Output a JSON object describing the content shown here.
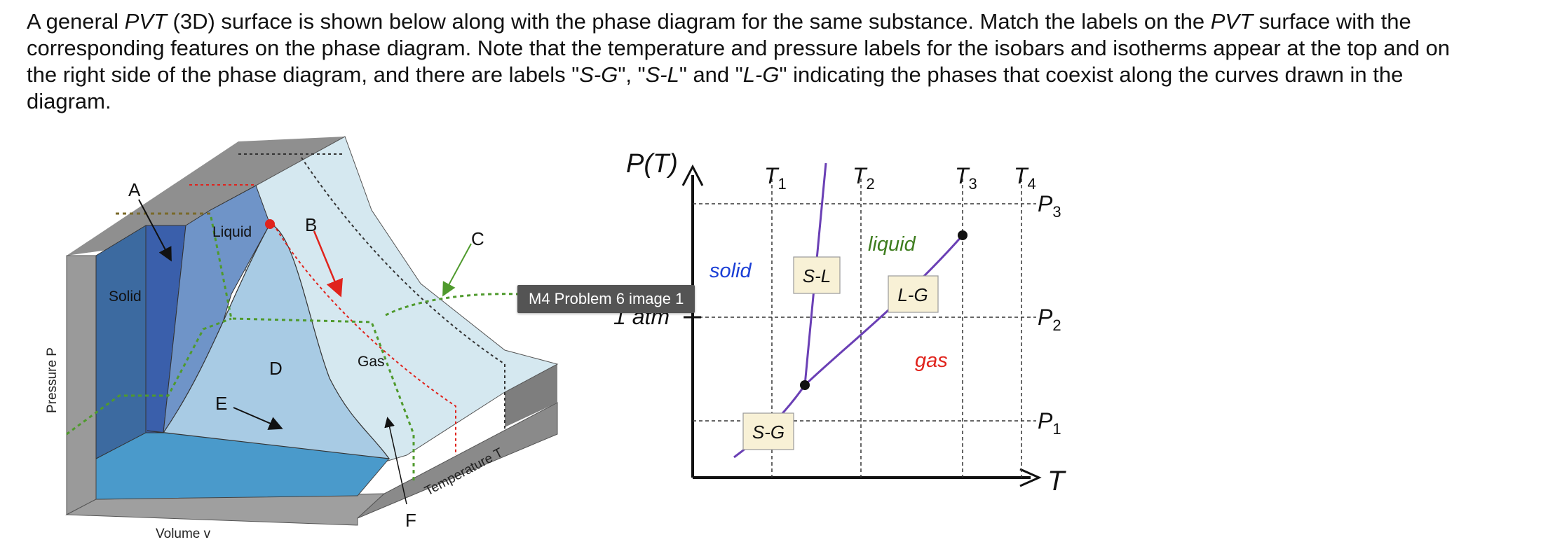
{
  "question": {
    "part1": "A general ",
    "pvt1": "PVT",
    "part2": " (3D) surface is shown below along with the phase diagram for the same substance. Match the labels on the ",
    "pvt2": "PVT",
    "part3": " surface with the corresponding features on the phase diagram. Note that the temperature and pressure labels for the isobars and isotherms appear at the top and on the right side of the phase diagram, and there are labels \"",
    "sg": "S-G",
    "part4": "\", \"",
    "sl": "S-L",
    "part5": "\" and \"",
    "lg": "L-G",
    "part6": "\" indicating the phases that coexist along the curves drawn in the diagram."
  },
  "surface": {
    "labels": {
      "A": "A",
      "B": "B",
      "C": "C",
      "D": "D",
      "E": "E",
      "F": "F"
    },
    "regions": {
      "solid": "Solid",
      "liquid": "Liquid",
      "gas": "Gas"
    },
    "axes": {
      "pressure": "Pressure  P",
      "volume": "Volume  v",
      "temperature": "Temperature  T"
    },
    "colors": {
      "solid": "#3c6aa0",
      "liquid": "#6f94c8",
      "dome": "#a8cbe4",
      "gas": "#d5e8f0",
      "base": "#4a9acb",
      "walls": "#999999"
    }
  },
  "phase_diagram": {
    "y_axis_label": "P(T)",
    "x_axis_label": "T",
    "isotherms": [
      {
        "sym": "T",
        "sub": "1"
      },
      {
        "sym": "T",
        "sub": "2"
      },
      {
        "sym": "T",
        "sub": "3"
      },
      {
        "sym": "T",
        "sub": "4"
      }
    ],
    "isobars": [
      {
        "sym": "P",
        "sub": "3"
      },
      {
        "sym": "P",
        "sub": "2"
      },
      {
        "sym": "P",
        "sub": "1"
      }
    ],
    "atm_label": "1 atm",
    "regions": {
      "solid": "solid",
      "liquid": "liquid",
      "gas": "gas"
    },
    "boxes": {
      "sl": "S-L",
      "lg": "L-G",
      "sg": "S-G"
    },
    "colors": {
      "solid": "#1b3fd6",
      "liquid": "#3e7d1e",
      "gas": "#e0231c",
      "curve": "#6a3fb5",
      "box": "#f8f1d6"
    }
  },
  "tooltip": "M4 Problem 6 image 1"
}
